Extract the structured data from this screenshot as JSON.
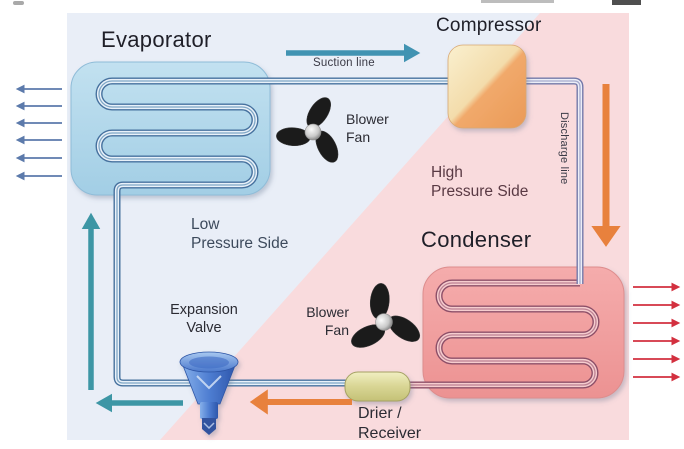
{
  "diagram": {
    "name": "Refrigeration cycle diagram",
    "zones": {
      "low_pressure": {
        "lines": [
          "Low",
          "Pressure Side"
        ],
        "bg": "#e9eef7",
        "text_color": "#3d4a5c"
      },
      "high_pressure": {
        "lines": [
          "High",
          "Pressure Side"
        ],
        "bg": "#f9dbdd",
        "text_color": "#5a3a44"
      }
    },
    "components": {
      "evaporator": {
        "label": "Evaporator",
        "fill": "#aed5e9",
        "coil_color": "#46719e"
      },
      "compressor": {
        "label": "Compressor",
        "fill_light": "#faf0cf",
        "fill_dark": "#ec9d5c"
      },
      "condenser": {
        "label": "Condenser",
        "fill": "#f2a2a2",
        "coil_color": "#8d4f68"
      },
      "expansion_valve": {
        "lines": [
          "Expansion",
          "Valve"
        ],
        "fill": "#4a78cc"
      },
      "drier_receiver": {
        "lines": [
          "Drier /",
          "Receiver"
        ],
        "fill": "#d9d795"
      },
      "blower_fan_evaporator": {
        "lines": [
          "Blower",
          "Fan"
        ]
      },
      "blower_fan_condenser": {
        "lines": [
          "Blower",
          "Fan"
        ]
      }
    },
    "lines": {
      "suction": {
        "label": "Suction line",
        "arrow_color": "#4193b2",
        "pipe_color": "#46719e"
      },
      "discharge": {
        "label": "Discharge line",
        "arrow_color": "#e8813d",
        "pipe_color": "#7479a9"
      }
    },
    "airflow": {
      "evaporator_out_arrow_count": 6,
      "evaporator_out_arrow_color": "#5c7aab",
      "condenser_out_arrow_count": 6,
      "condenser_out_arrow_color": "#d3303f"
    }
  }
}
